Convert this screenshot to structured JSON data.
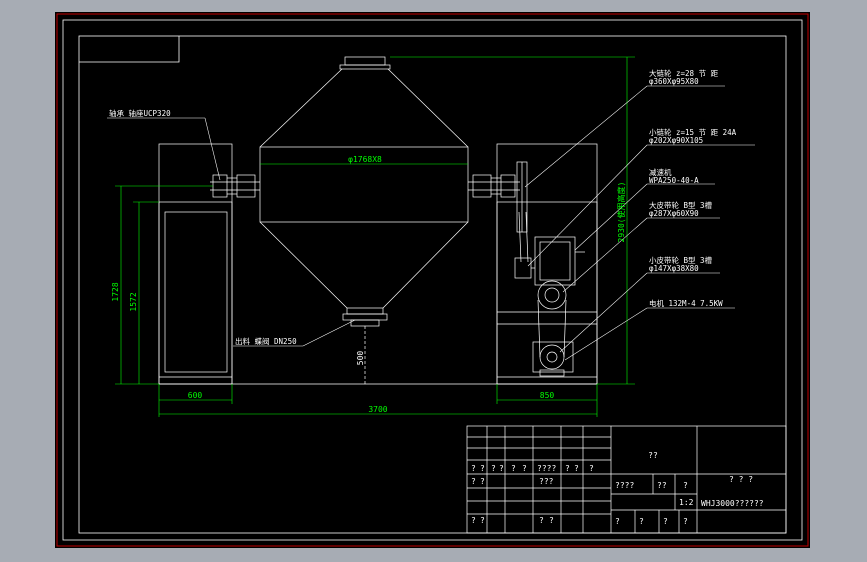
{
  "viewport": {
    "background": "#000000",
    "frame_color": "#c00000"
  },
  "colors": {
    "outline": "#ffffff",
    "dimension": "#00ff00",
    "table": "#ffffff"
  },
  "drawing": {
    "dimensions": {
      "vessel_diameter": "φ1768X8",
      "overall_height": "2930(使用高度)",
      "height_left_outer": "1728",
      "height_left_inner": "1572",
      "outlet_height": "500",
      "left_width": "600",
      "right_width": "850",
      "total_width": "3700"
    },
    "labels": {
      "bearing": "轴承 轴座UCP320",
      "outlet_valve": "出料 蝶阀 DN250",
      "big_sprocket_title": "大链轮 z=28 节 距",
      "big_sprocket_spec": "φ360Xφ95X80",
      "small_sprocket_title": "小链轮 z=15 节 距 24A",
      "small_sprocket_spec": "φ202Xφ90X105",
      "reducer_title": "减速机",
      "reducer_spec": "WPA250-40-A",
      "big_pulley_title": "大皮带轮 B型 3槽",
      "big_pulley_spec": "φ287Xφ60X90",
      "small_pulley_title": "小皮带轮 B型 3槽",
      "small_pulley_spec": "φ147Xφ38X80",
      "motor": "电机 132M-4 7.5KW"
    }
  },
  "title_block": {
    "name_cell": "??",
    "company": "? ? ?",
    "row1_cells": [
      "?",
      "?",
      "?",
      "?",
      "?",
      "?",
      "????",
      "?",
      "?",
      "?"
    ],
    "row2_cells": [
      "?",
      "?",
      "???"
    ],
    "row3_cells": [
      "?",
      "?",
      "?",
      "?"
    ],
    "sub_cells": [
      "????",
      "??",
      "?"
    ],
    "scale": "1:2",
    "bottom_cells": [
      "?",
      "?",
      "?",
      "?"
    ],
    "drawing_number": "WHJ3000??????"
  }
}
